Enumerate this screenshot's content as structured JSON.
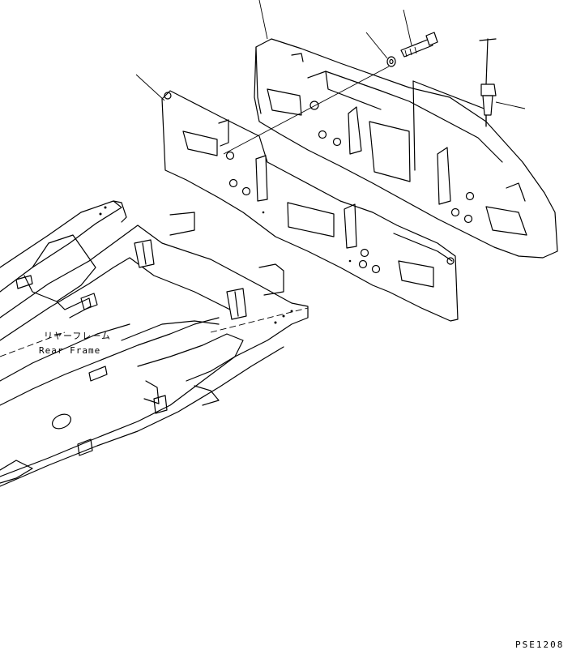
{
  "frame_label": {
    "japanese": "リヤーフレーム",
    "english": "Rear Frame"
  },
  "drawing_code": "PSE1208"
}
